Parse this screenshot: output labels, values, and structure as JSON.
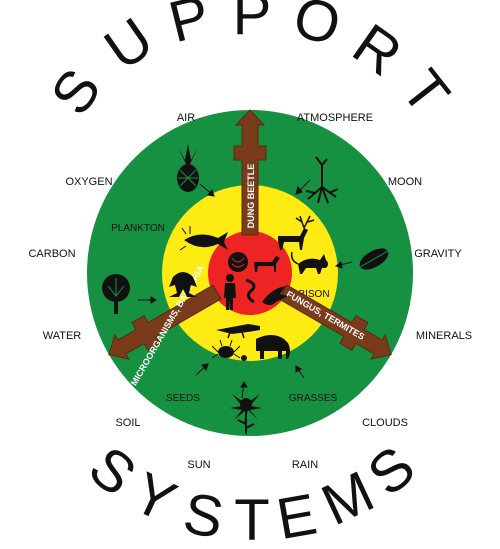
{
  "title": {
    "top_letters": [
      "S",
      "U",
      "P",
      "P",
      "O",
      "R",
      "T"
    ],
    "bottom_letters": [
      "S",
      "Y",
      "S",
      "T",
      "E",
      "M",
      "S"
    ]
  },
  "outer_labels": {
    "air": "AIR",
    "atmosphere": "ATMOSPHERE",
    "oxygen": "OXYGEN",
    "moon": "MOON",
    "carbon": "CARBON",
    "gravity": "GRAVITY",
    "water": "WATER",
    "minerals": "MINERALS",
    "soil": "SOIL",
    "clouds": "CLOUDS",
    "sun": "SUN",
    "rain": "RAIN"
  },
  "green_ring_labels": {
    "plankton": "PLANKTON",
    "seeds": "SEEDS",
    "grasses": "GRASSES"
  },
  "yellow_ring_labels": {
    "bison": "BISON"
  },
  "arrow_labels": {
    "top": "DUNG BEETLE",
    "left": "MICROORGANISMS, BACTERIA",
    "right": "FUNGUS, TERMITES"
  },
  "colors": {
    "green": "#159141",
    "yellow": "#ffeb14",
    "red": "#ee2424",
    "arrow_brown": "#7a3b1a"
  },
  "icons": [
    "pineapple-icon",
    "tree-roots-icon",
    "leaf-icon",
    "tree-icon",
    "plankton-fish-icon",
    "deer-icon",
    "cat-icon",
    "frog-icon",
    "flower-icon",
    "elephant-icon",
    "crocodile-icon",
    "insects-icon",
    "human-icon",
    "dog-icon",
    "bird-icon",
    "snake-icon",
    "fish-ball-icon"
  ]
}
